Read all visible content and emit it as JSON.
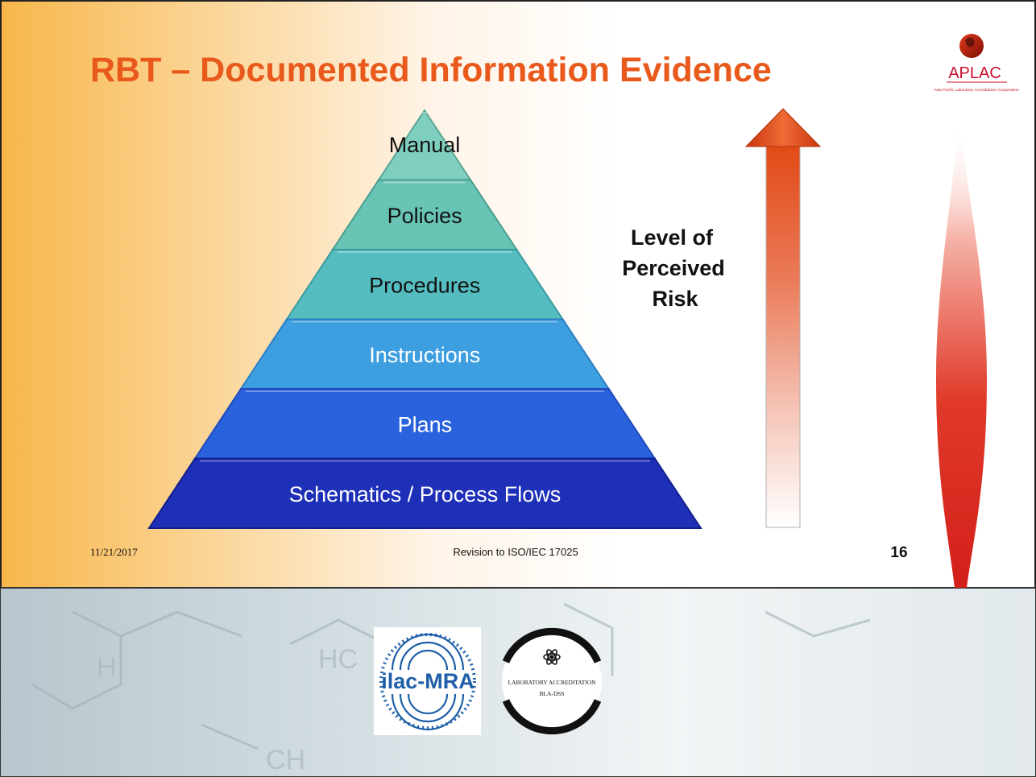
{
  "slide": {
    "title": "RBT – Documented Information Evidence",
    "pyramid_levels": [
      "Manual",
      "Policies",
      "Procedures",
      "Instructions",
      "Plans",
      "Schematics / Process Flows"
    ],
    "risk_label": [
      "Level of",
      "Perceived",
      "Risk"
    ],
    "footer": {
      "date": "11/21/2017",
      "center": "Revision to ISO/IEC 17025",
      "page_number": "16"
    }
  },
  "logos": {
    "aplac": {
      "text": "APLAC",
      "tagline": "Asia Pacific Laboratory Accreditation Cooperation"
    },
    "ilac": {
      "text": "ilac-MRA"
    },
    "bla": {
      "line1": "LABORATORY ACCREDITATION",
      "line2": "BLA-DSS"
    }
  },
  "colors": {
    "title": "#e8591b",
    "accent_orange": "#f7a93a",
    "pyramid_top": "#7ecfbf",
    "pyramid_bottom": "#1e2fb8",
    "arrow": "#e8481b",
    "flame_red": "#e02020"
  }
}
